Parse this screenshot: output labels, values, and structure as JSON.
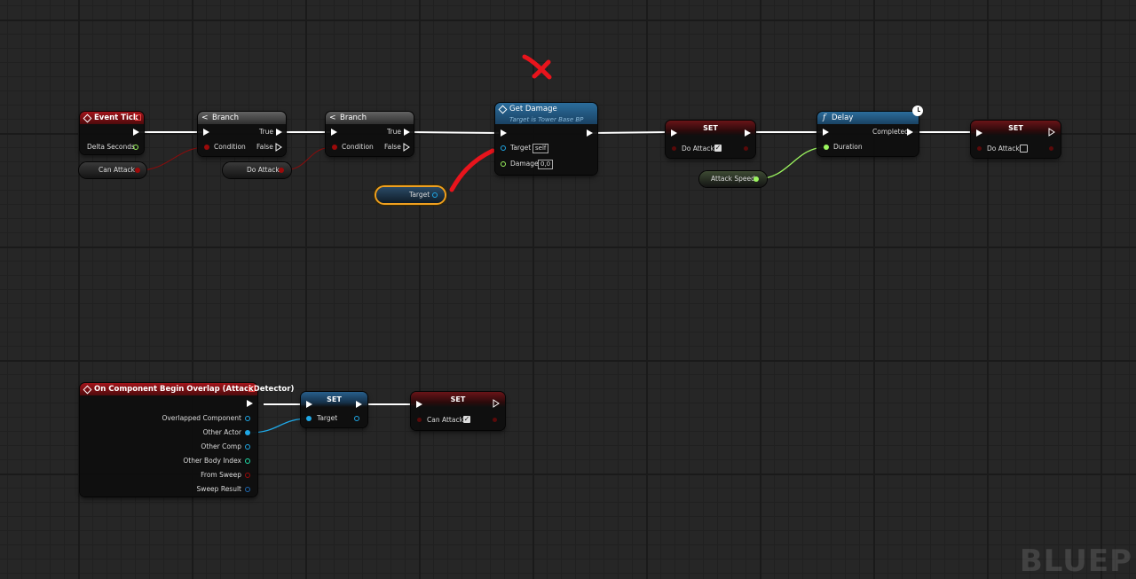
{
  "nodes": {
    "event_tick": {
      "title": "Event Tick",
      "delta_seconds": "Delta Seconds"
    },
    "branch1": {
      "title": "Branch",
      "condition": "Condition",
      "true": "True",
      "false": "False"
    },
    "branch2": {
      "title": "Branch",
      "condition": "Condition",
      "true": "True",
      "false": "False"
    },
    "get_damage": {
      "title": "Get Damage",
      "subtitle": "Target is Tower Base BP",
      "target": "Target",
      "target_value": "self",
      "damage": "Damage",
      "damage_value": "0,0"
    },
    "set_do_attack_1": {
      "title": "SET",
      "var": "Do Attack",
      "checked": true
    },
    "delay": {
      "title": "Delay",
      "completed": "Completed",
      "duration": "Duration"
    },
    "set_do_attack_2": {
      "title": "SET",
      "var": "Do Attack",
      "checked": false
    },
    "begin_overlap": {
      "title": "On Component Begin Overlap (AttackDetector)",
      "pins": [
        "Overlapped Component",
        "Other Actor",
        "Other Comp",
        "Other Body Index",
        "From Sweep",
        "Sweep Result"
      ]
    },
    "set_target": {
      "title": "SET",
      "var": "Target"
    },
    "set_can_attack": {
      "title": "SET",
      "var": "Can Attack",
      "checked": true
    }
  },
  "getters": {
    "can_attack": "Can Attack",
    "do_attack": "Do Attack",
    "target": "Target",
    "attack_speed": "Attack Speed"
  },
  "watermark": "BLUEP",
  "colors": {
    "bool_pin": "#9b0a0a",
    "float_pin": "#9cf65f",
    "object_pin": "#1fa8e6",
    "struct_pin": "#1f6ab3",
    "int_pin": "#1fe0aa",
    "annotation": "#e8141c",
    "selection": "#f0a020"
  }
}
